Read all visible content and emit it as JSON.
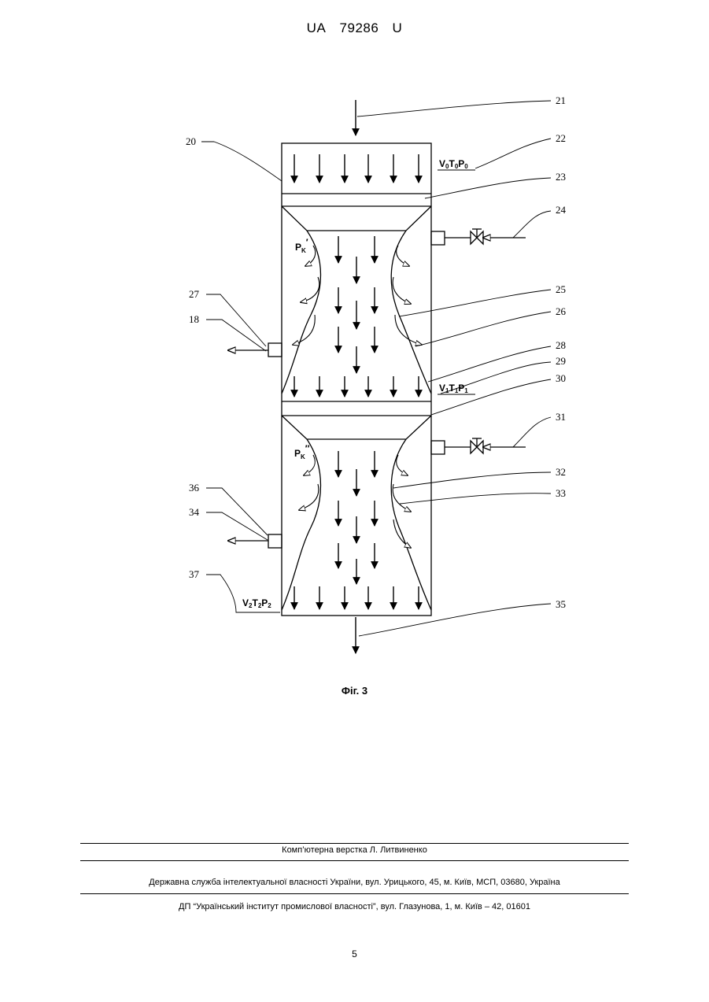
{
  "header": {
    "country": "UA",
    "number": "79286",
    "kind": "U"
  },
  "figure": {
    "caption": "Фіг. 3",
    "labels": [
      "21",
      "20",
      "22",
      "23",
      "24",
      "27",
      "18",
      "25",
      "26",
      "28",
      "29",
      "30",
      "31",
      "32",
      "33",
      "36",
      "34",
      "37",
      "35"
    ],
    "symbols": {
      "pk1": "P",
      "pk1_sub": "K",
      "pk1_mark": "′",
      "pk2": "P",
      "pk2_sub": "K",
      "pk2_mark": "″",
      "v0": [
        "V",
        "0",
        "T",
        "0",
        "P",
        "0"
      ],
      "v1": [
        "V",
        "1",
        "T",
        "1",
        "P",
        "1"
      ],
      "v2": [
        "V",
        "2",
        "T",
        "2",
        "P",
        "2"
      ]
    }
  },
  "footer": {
    "layout": "Комп’ютерна верстка Л. Литвиненко",
    "office": "Державна служба інтелектуальної власності України, вул. Урицького, 45, м. Київ, МСП, 03680, Україна",
    "institute": "ДП “Український інститут промислової власності”, вул. Глазунова, 1, м. Київ – 42, 01601"
  },
  "page_number": "5"
}
